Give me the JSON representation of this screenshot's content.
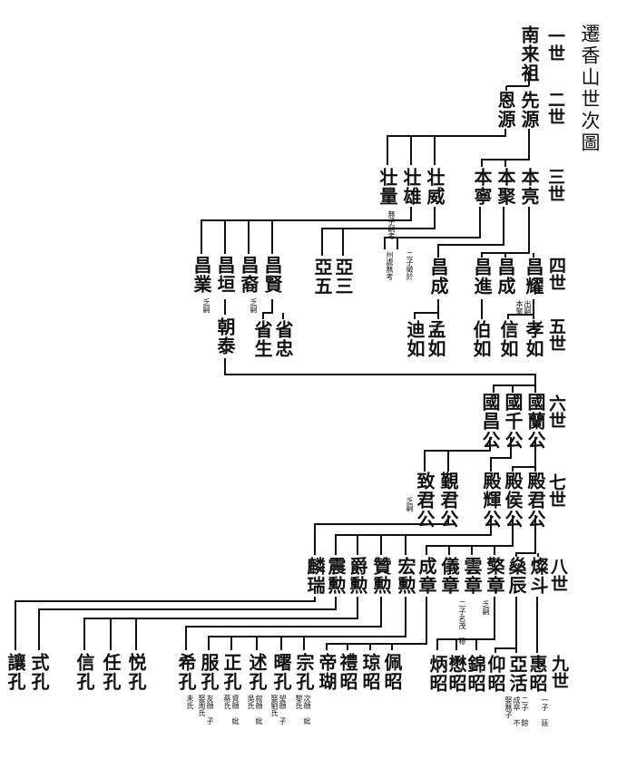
{
  "title": "遷香山世次圖",
  "generations": [
    "一世",
    "二世",
    "三世",
    "四世",
    "五世",
    "六世",
    "七世",
    "八世",
    "九世"
  ],
  "g1": [
    "南来祖"
  ],
  "g2": [
    "先源",
    "恩源"
  ],
  "g3": [
    "本亮",
    "本聚",
    "本寧",
    "壮威",
    "壮雄",
    "壮量"
  ],
  "g4": [
    "昌耀",
    "昌成",
    "昌進",
    "昌成",
    "亞三",
    "亞五",
    "昌賢",
    "昌裔",
    "昌垣",
    "昌業"
  ],
  "g5": [
    "孝如",
    "信如",
    "伯如",
    "孟如",
    "迪如",
    "省忠",
    "省生",
    "朝泰"
  ],
  "g6": [
    "國蘭公",
    "國千公",
    "國昌公"
  ],
  "g7": [
    "殿君公",
    "殿侯公",
    "殿輝公",
    "覲君公",
    "致君公"
  ],
  "g8": [
    "燦斗",
    "燊辰",
    "檠章",
    "雲章",
    "儀章",
    "成章",
    "宏勲",
    "贊勲",
    "爵勲",
    "震勲",
    "麟瑞"
  ],
  "g9": [
    "惠昭",
    "亞活",
    "仰昭",
    "錦昭",
    "懋昭",
    "炳昭",
    "佩昭",
    "琼昭",
    "禮昭",
    "帝瑚",
    "宗孔",
    "曙孔",
    "述孔",
    "正孔",
    "服孔",
    "希孔",
    "悦孔",
    "任孔",
    "信孔",
    "式孔",
    "讓孔"
  ],
  "notes": {
    "zhuangliang": "無子嗣考",
    "benning_sons": "二子徵於",
    "benning_sons2": "州處無考",
    "changcheng": "出嗣本聚",
    "changyi": "乏嗣",
    "changye": "乏嗣",
    "zhijun": "乏嗣",
    "yizhang": "二子名茂 穆",
    "yunzhang": "乏嗣",
    "huizhao": "一子 廷",
    "yahuo": "二子 餘成卒 不娶無子",
    "xikong": "未氏",
    "fukong": "友顔 子娶周氏",
    "zhengkong": "資顔 妣蔡氏",
    "shukong": "叙顔 妣吳氏",
    "shukong2": "望顔 子娶劉氏",
    "zongkong": "次顔 妣黎氏"
  }
}
